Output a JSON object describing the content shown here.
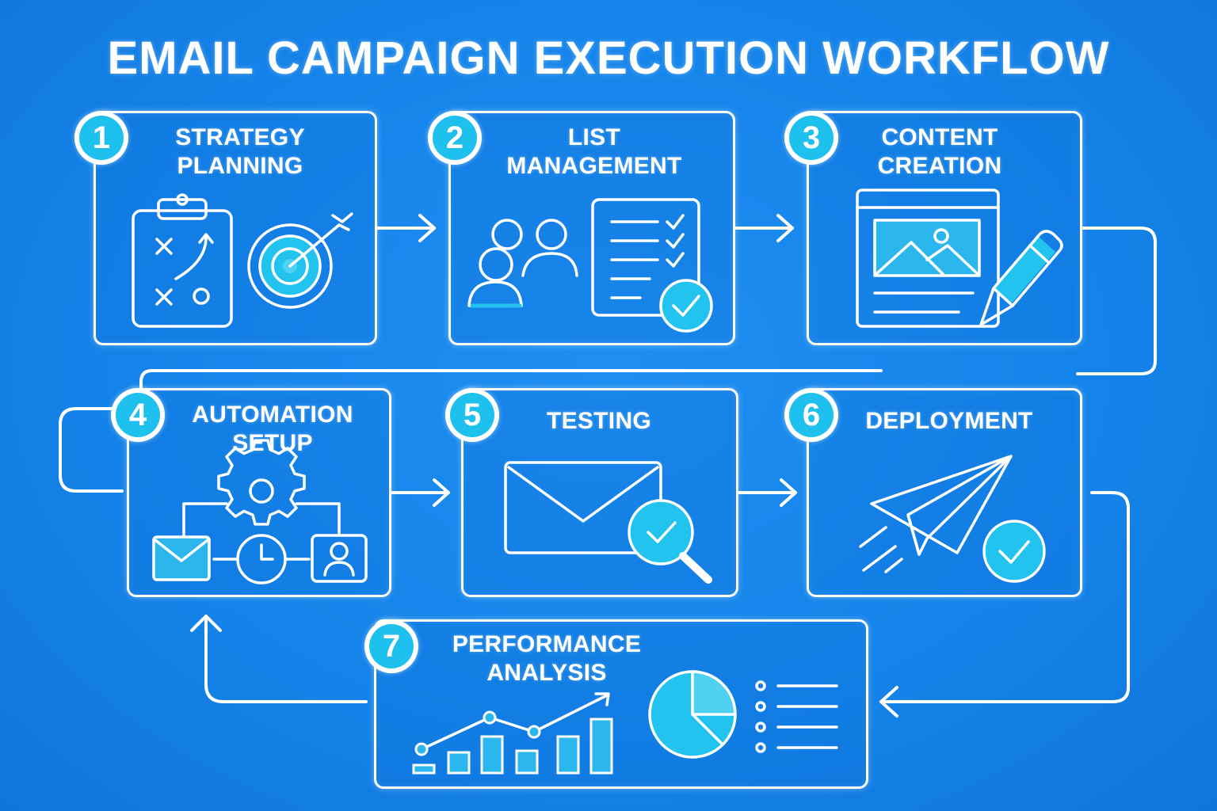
{
  "title": "EMAIL CAMPAIGN EXECUTION WORKFLOW",
  "steps": [
    {
      "number": "1",
      "title_lines": [
        "STRATEGY",
        "PLANNING"
      ]
    },
    {
      "number": "2",
      "title_lines": [
        "LIST",
        "MANAGEMENT"
      ]
    },
    {
      "number": "3",
      "title_lines": [
        "CONTENT",
        "CREATION"
      ]
    },
    {
      "number": "4",
      "title_lines": [
        "AUTOMATION",
        "SETUP"
      ]
    },
    {
      "number": "5",
      "title_lines": [
        "TESTING"
      ]
    },
    {
      "number": "6",
      "title_lines": [
        "DEPLOYMENT"
      ]
    },
    {
      "number": "7",
      "title_lines": [
        "PERFORMANCE",
        "ANALYSIS"
      ]
    }
  ],
  "colors": {
    "background": "#1584ea",
    "line": "#ffffff",
    "accent": "#22c3ee"
  }
}
